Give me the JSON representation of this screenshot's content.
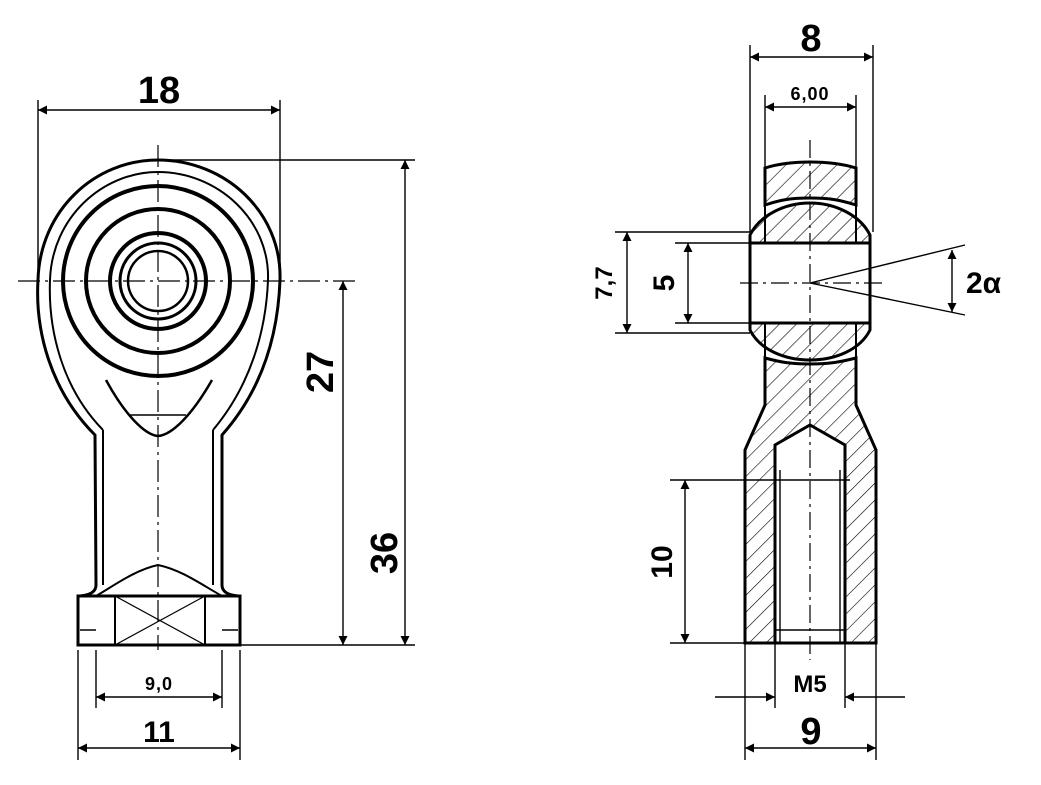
{
  "front_view": {
    "width_label": "18",
    "center_height_label": "27",
    "total_height_label": "36",
    "hex_flat_label": "9,0",
    "hex_across_label": "11"
  },
  "side_view": {
    "width_label": "8",
    "inner_ring_label": "6,00",
    "ball_width_label": "7,7",
    "bore_label": "5",
    "angle_label": "2α",
    "thread_depth_label": "10",
    "thread_label": "M5",
    "base_width_label": "9"
  }
}
